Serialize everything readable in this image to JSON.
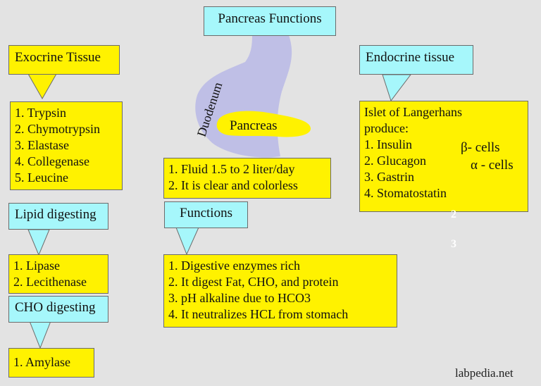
{
  "title": "Pancreas Functions",
  "anatomy": {
    "duodenum_label": "Duodenum",
    "pancreas_label": "Pancreas"
  },
  "exocrine": {
    "heading": "Exocrine Tissue",
    "enzymes": [
      "1. Trypsin",
      "2. Chymotrypsin",
      "3. Elastase",
      "4. Collegenase",
      "5. Leucine"
    ]
  },
  "lipid": {
    "heading": "Lipid digesting",
    "items": [
      "1. Lipase",
      "2. Lecithenase"
    ]
  },
  "cho": {
    "heading": "CHO digesting",
    "items": [
      "1.  Amylase"
    ]
  },
  "secretion": {
    "items": [
      "1. Fluid 1.5 to 2 liter/day",
      "2. It is clear and colorless"
    ]
  },
  "functions": {
    "heading": "Functions",
    "items": [
      "1. Digestive enzymes rich",
      "2. It digest Fat, CHO, and protein",
      "3. pH alkaline due to HCO3",
      "4. It neutralizes HCL from stomach"
    ]
  },
  "endocrine": {
    "heading": "Endocrine tissue",
    "intro": [
      "Islet of Langerhans",
      "produce:"
    ],
    "hormones": [
      "1. Insulin",
      "2. Glucagon",
      "3. Gastrin",
      "4. Stomatostatin"
    ],
    "beta_label": "β- cells",
    "alpha_label": "α - cells"
  },
  "stray_numbers": [
    "2",
    "3"
  ],
  "watermark": "labpedia.net",
  "colors": {
    "background": "#e3e3e3",
    "heading_box": "#a6f7fb",
    "content_box": "#fff200",
    "duodenum": "#bfbfe6",
    "arrow": "#e00000"
  }
}
